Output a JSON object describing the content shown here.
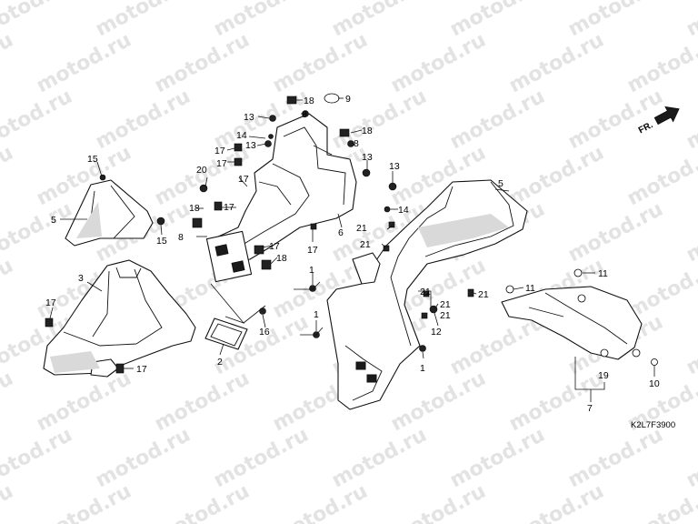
{
  "watermark": "motod.ru",
  "diagram_code": "K2L7F3900",
  "direction_label": "FR.",
  "callouts": [
    "1",
    "1",
    "1",
    "2",
    "3",
    "5",
    "6",
    "7",
    "8",
    "8",
    "8",
    "8",
    "9",
    "10",
    "11",
    "11",
    "12",
    "13",
    "13",
    "13",
    "13",
    "14",
    "14",
    "15",
    "15",
    "16",
    "17",
    "17",
    "17",
    "17",
    "17",
    "17",
    "17",
    "18",
    "18",
    "18",
    "18",
    "19",
    "20",
    "21",
    "21",
    "21",
    "21",
    "21"
  ]
}
